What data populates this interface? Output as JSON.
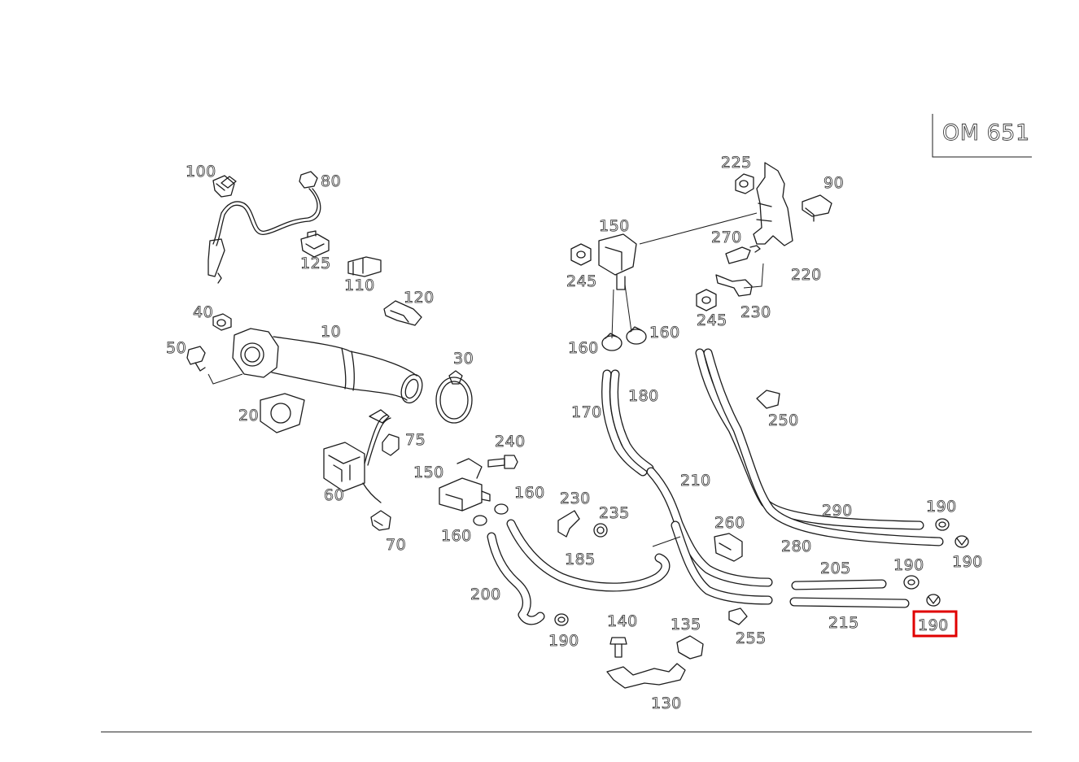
{
  "engine_code": "OM 651",
  "highlight": {
    "part": "190",
    "color": "#e00000"
  },
  "labels": {
    "p10": "10",
    "p20": "20",
    "p30": "30",
    "p40": "40",
    "p50": "50",
    "p60": "60",
    "p70": "70",
    "p75": "75",
    "p80": "80",
    "p90": "90",
    "p100": "100",
    "p110": "110",
    "p120": "120",
    "p125": "125",
    "p130": "130",
    "p135": "135",
    "p140": "140",
    "p150a": "150",
    "p150b": "150",
    "p160a": "160",
    "p160b": "160",
    "p160c": "160",
    "p160d": "160",
    "p170": "170",
    "p180": "180",
    "p185": "185",
    "p190a": "190",
    "p190b": "190",
    "p190c": "190",
    "p190d": "190",
    "p190e": "190",
    "p200": "200",
    "p205": "205",
    "p210": "210",
    "p215": "215",
    "p220": "220",
    "p225": "225",
    "p230a": "230",
    "p230b": "230",
    "p235": "235",
    "p240": "240",
    "p245a": "245",
    "p245b": "245",
    "p250": "250",
    "p255": "255",
    "p260": "260",
    "p270": "270",
    "p280": "280",
    "p290": "290"
  }
}
